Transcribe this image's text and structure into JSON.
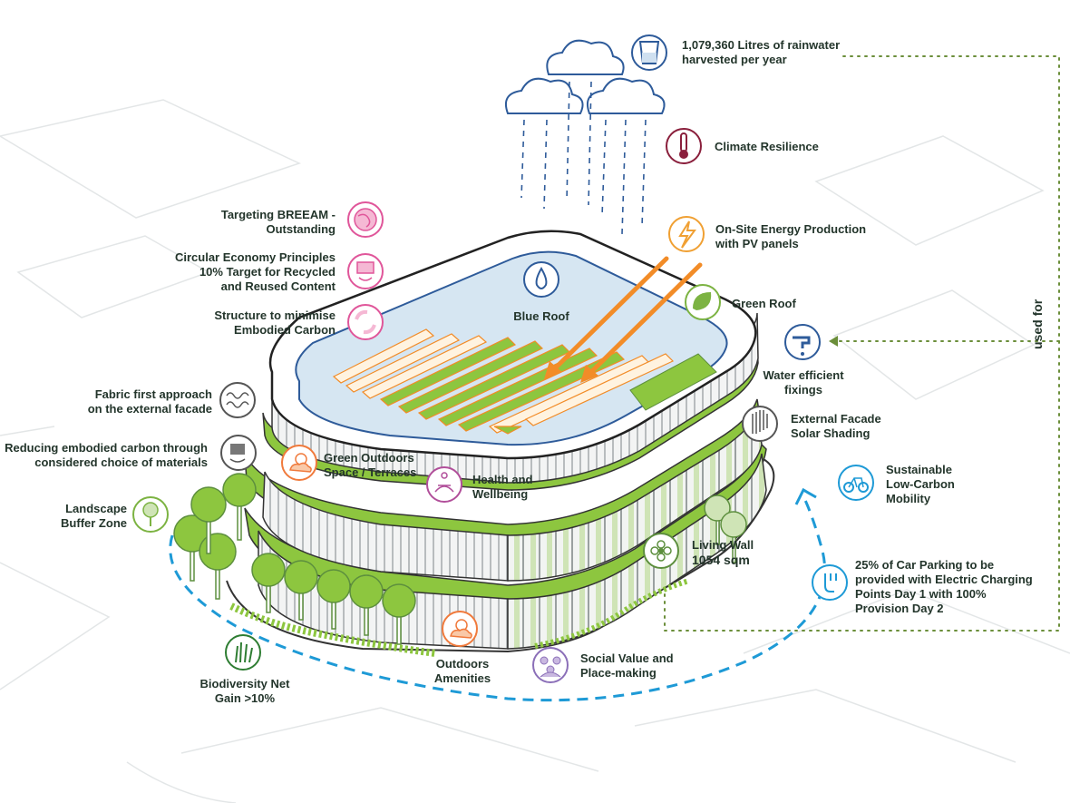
{
  "labels": {
    "rainwater": "1,079,360 Litres of rainwater\nharvested per year",
    "climate": "Climate Resilience",
    "energy": "On-Site Energy Production\nwith PV panels",
    "green_roof": "Green Roof",
    "water_fixings": "Water efficient\nfixings",
    "facade_shading": "External Facade\nSolar Shading",
    "mobility": "Sustainable\nLow-Carbon\nMobility",
    "ev_part1": "25%",
    "ev_part2": " of Car Parking to be\nprovided with Electric Charging\nPoints Day 1 with ",
    "ev_part3": "100%",
    "ev_part4": "\nProvision Day 2",
    "breeam": "Targeting BREEAM -\nOutstanding",
    "circular_1": "Circular Economy Principles\n",
    "circular_2": "10%",
    "circular_3": " Target for Recycled\nand Reused Content",
    "structure": "Structure to minimise\nEmbodied Carbon",
    "fabric": "Fabric first approach\non the external facade",
    "embodied": "Reducing embodied carbon through\nconsidered choice of materials",
    "landscape": "Landscape\nBuffer Zone",
    "terraces": "Green Outdoors\nSpace / Terraces",
    "health": "Health and\nWellbeing",
    "blue_roof": "Blue Roof",
    "living_wall_1": "Living Wall\n",
    "living_wall_2": "1054 sqm",
    "outdoors": "Outdoors\nAmenities",
    "social": "Social Value and\nPlace-making",
    "biodiversity_1": "Biodiversity Net\nGain ",
    "biodiversity_2": ">10%",
    "used_for": "used for"
  },
  "icons": [
    {
      "name": "water-glass-icon",
      "color": "#2e5b9a"
    },
    {
      "name": "thermometer-icon",
      "color": "#8a1f3c"
    },
    {
      "name": "lightning-icon",
      "color": "#f0a033"
    },
    {
      "name": "leaf-icon",
      "color": "#7cb342"
    },
    {
      "name": "tap-icon",
      "color": "#2e5b9a"
    },
    {
      "name": "shading-icon",
      "color": "#555555"
    },
    {
      "name": "bicycle-icon",
      "color": "#1e9ad6"
    },
    {
      "name": "ev-plug-icon",
      "color": "#1e9ad6"
    },
    {
      "name": "globe-icon",
      "color": "#e0569a"
    },
    {
      "name": "recycle-materials-icon",
      "color": "#e0569a"
    },
    {
      "name": "recycle-arrows-icon",
      "color": "#e0569a"
    },
    {
      "name": "insulation-icon",
      "color": "#555555"
    },
    {
      "name": "materials-icon",
      "color": "#555555"
    },
    {
      "name": "tree-icon",
      "color": "#7cb342"
    },
    {
      "name": "sun-cloud-icon",
      "color": "#f07a3c"
    },
    {
      "name": "meditation-icon",
      "color": "#b14f9a"
    },
    {
      "name": "water-drop-icon",
      "color": "#2e5b9a"
    },
    {
      "name": "flower-icon",
      "color": "#5d8f3e"
    },
    {
      "name": "people-icon",
      "color": "#8b6fb8"
    },
    {
      "name": "grass-icon",
      "color": "#2e7d32"
    }
  ],
  "colors": {
    "green": "#8dc63f",
    "blue_dash": "#1e9ad6",
    "orange": "#f28c28",
    "roof_blue": "#d6e6f2",
    "dotted_green": "#6b8e3a"
  }
}
